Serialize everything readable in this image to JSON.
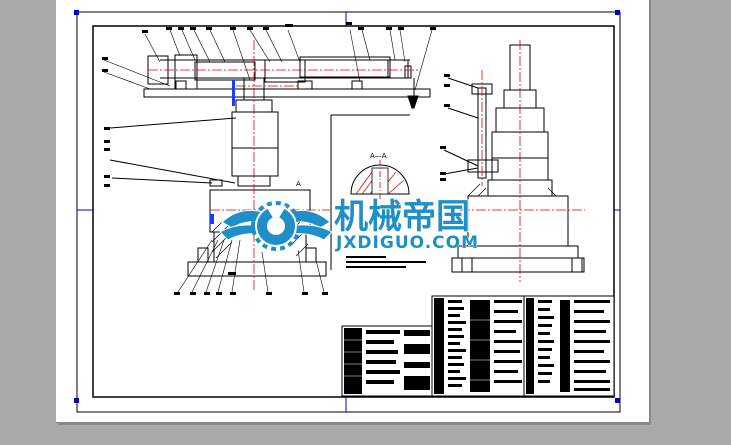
{
  "drawing": {
    "section_label": "A—A",
    "view_label": "A"
  },
  "watermark": {
    "title": "机械帝国",
    "url": "JXDIGUO.COM",
    "logo_icon": "gear-wings-logo-icon"
  },
  "colors": {
    "background": "#a9a9a9",
    "paper": "#ffffff",
    "line": "#000000",
    "centerline": "#e00000",
    "frame_corner": "#0000cc",
    "watermark_blue": "#1e8fc9"
  }
}
